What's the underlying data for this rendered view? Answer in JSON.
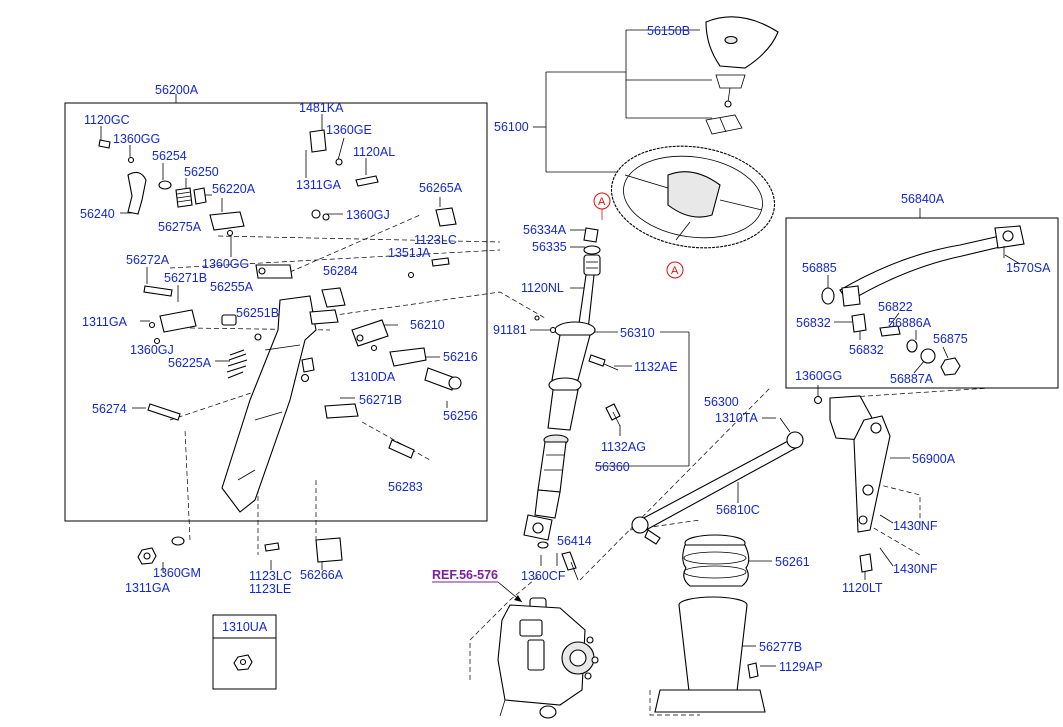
{
  "labels": {
    "p56200A": "56200A",
    "p1120GC": "1120GC",
    "p1360GG_a": "1360GG",
    "p56254": "56254",
    "p56250": "56250",
    "p56240": "56240",
    "p56275A": "56275A",
    "p56220A": "56220A",
    "p1360GG_b": "1360GG",
    "p56272A": "56272A",
    "p56271B_a": "56271B",
    "p56255A": "56255A",
    "p1311GA_a": "1311GA",
    "p56251B": "56251B",
    "p1360GJ_a": "1360GJ",
    "p56225A": "56225A",
    "p56274": "56274",
    "p1481KA": "1481KA",
    "p1360GE": "1360GE",
    "p1120AL": "1120AL",
    "p1311GA_b": "1311GA",
    "p1360GJ_b": "1360GJ",
    "p56265A": "56265A",
    "p1123LC_a": "1123LC",
    "p1351JA": "1351JA",
    "p56284": "56284",
    "p56210": "56210",
    "p56216": "56216",
    "p1310DA": "1310DA",
    "p56271B_b": "56271B",
    "p56256": "56256",
    "p56283": "56283",
    "p1311GA_c": "1311GA",
    "p1360GM": "1360GM",
    "p1123LC_b": "1123LC",
    "p1123LE": "1123LE",
    "p56266A": "56266A",
    "p1310UA": "1310UA",
    "p56150B": "56150B",
    "p56100": "56100",
    "p56334A": "56334A",
    "p56335": "56335",
    "p1120NL": "1120NL",
    "p91181": "91181",
    "p56310": "56310",
    "p1132AE": "1132AE",
    "p56300": "56300",
    "p1132AG": "1132AG",
    "p56360": "56360",
    "p56414": "56414",
    "p1360CF": "1360CF",
    "pREF": "REF.56-576",
    "p56840A": "56840A",
    "p56885": "56885",
    "p1570SA": "1570SA",
    "p56832_a": "56832",
    "p56822": "56822",
    "p56886A": "56886A",
    "p56875": "56875",
    "p56832_b": "56832",
    "p56887A": "56887A",
    "p1360GG_c": "1360GG",
    "p1310TA": "1310TA",
    "p56900A": "56900A",
    "p56810C": "56810C",
    "p1430NF_a": "1430NF",
    "p1430NF_b": "1430NF",
    "p1120LT": "1120LT",
    "p56261": "56261",
    "p56277B": "56277B",
    "p1129AP": "1129AP"
  },
  "markers": {
    "top": "A",
    "bottom": "A"
  },
  "colors": {
    "label": "#1428d2",
    "reference": "#7a1fa2",
    "marker": "#e01010",
    "line": "#000000"
  }
}
